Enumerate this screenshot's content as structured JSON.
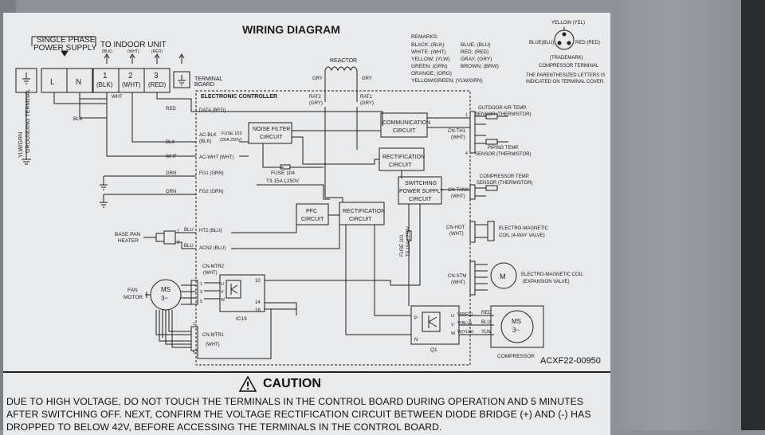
{
  "title": "WIRING DIAGRAM",
  "supply": {
    "line1": "SINGLE PHASE",
    "line2": "POWER SUPPLY"
  },
  "to_indoor": "TO INDOOR UNIT",
  "indoor_colors": [
    "(BLK)",
    "(WHT)",
    "(RED)"
  ],
  "terminals": [
    "L",
    "N",
    "1",
    "2",
    "3"
  ],
  "terminal_colors": [
    "(BLK)",
    "(WHT)",
    "(RED)"
  ],
  "terminal_board": [
    "TERMINAL",
    "BOARD"
  ],
  "ground_terminal": "GROUNDING TERMINAL",
  "ylw_grn": "YLW/GRN",
  "reactor": "REACTOR",
  "gry": "GRY",
  "rat2": [
    "RAT2",
    "(GRY)"
  ],
  "rat1": [
    "RAT1",
    "(GRY)"
  ],
  "controller": "ELECTRONIC CONTROLLER",
  "data_red": "DATA (RED)",
  "ac_blk": [
    "AC-BLK",
    "(BLK)"
  ],
  "ac_wht": "AC-WHT (WHT)",
  "fuse103": [
    "FUSE 103",
    "(20A 250V)"
  ],
  "fg1": "FG1 (GRN)",
  "fg2": "FG2 (GRN)",
  "fuse104": [
    "FUSE 104",
    "T3.15A L250V"
  ],
  "fuse101": [
    "FUSE 101",
    "T3.15A L250V"
  ],
  "noise_filter": [
    "NOISE FILTER",
    "CIRCUIT"
  ],
  "communication": [
    "COMMUNICATION",
    "CIRCUIT"
  ],
  "rectification1": [
    "RECTIFICATION",
    "CIRCUIT"
  ],
  "switching": [
    "SWITCHING",
    "POWER SUPPLY",
    "CIRCUIT"
  ],
  "pfc": [
    "PFC",
    "CIRCUIT"
  ],
  "rectification2": [
    "RECTIFICATION",
    "CIRCUIT"
  ],
  "wire_labels": {
    "wht": "WHT",
    "blk": "BLK",
    "red": "RED",
    "grn": "GRN",
    "blu": "BLU"
  },
  "ht2": "HT2 (BLU)",
  "acn2": "ACN2 (BLU)",
  "base_pan": [
    "BASE PAN",
    "HEATER"
  ],
  "cn_mtr2": [
    "CN-MTR2",
    "(WHT)"
  ],
  "cn_mtr1": [
    "CN-MTR1",
    "(WHT)"
  ],
  "fan_motor": [
    "FAN",
    "MOTOR"
  ],
  "ms": [
    "MS",
    "3~"
  ],
  "m": "M",
  "ic19": "IC19",
  "q1": "Q1",
  "uvw": [
    "U",
    "V",
    "W"
  ],
  "ic_pins": [
    "10",
    "14",
    "16"
  ],
  "pn": [
    "P",
    "N"
  ],
  "q1_outputs": [
    "U(RED)",
    "V(BLU)",
    "W(YLW)"
  ],
  "comp_wires": [
    "RED",
    "BLU",
    "YLW"
  ],
  "compressor": "COMPRESSOR",
  "cn_th1": [
    "CN-TH1",
    "(WHT)"
  ],
  "cn_tank": [
    "CN-TANK",
    "(WHT)"
  ],
  "cn_hot": [
    "CN-HOT",
    "(WHT)"
  ],
  "cn_stm": [
    "CN-STM",
    "(WHT)"
  ],
  "outdoor_sensor": [
    "OUTDOOR AIR TEMP.",
    "SENSOR (THERMISTOR)"
  ],
  "piping_sensor": [
    "PIPING TEMP.",
    "SENSOR (THERMISTOR)"
  ],
  "compressor_sensor": [
    "COMPRESSOR TEMP.",
    "SENSOR (THERMISTOR)"
  ],
  "coil_4way": [
    "ELECTRO-MAGNETIC",
    "COIL (4-WAY VALVE)"
  ],
  "coil_exp": [
    "ELECTRO-MAGNETIC COIL",
    "(EXPANSION VALVE)"
  ],
  "remarks_title": "REMARKS:",
  "remarks_left": [
    "BLACK; (BLK)",
    "WHITE; (WHT)",
    "YELLOW; (YLW)",
    "GREEN; (GRN)",
    "ORANGE; (ORG)",
    "YELLOW/GREEN; (YLW/GRN)"
  ],
  "remarks_right": [
    "BLUE; (BLU)",
    "RED; (RED)",
    "GRAY; (GRY)",
    "BROWN; (BRW)"
  ],
  "trademark": {
    "yellow": "YELLOW (YEL)",
    "blue": "BLUE(BLU)",
    "red": "RED (RED)",
    "tm": "(TRADEMARK)",
    "name": "COMPRESSOR TERMINAL"
  },
  "parenthesized_note": [
    "THE PARENTHESIZED LETTERS IS",
    "INDICATED ON TERMINAL COVER."
  ],
  "ref_code": "ACXF22-00950",
  "caution_title": "CAUTION",
  "caution_text": "DUE TO HIGH VOLTAGE, DO NOT TOUCH THE TERMINALS IN THE CONTROL BOARD DURING OPERATION AND 5 MINUTES AFTER SWITCHING OFF. NEXT, CONFIRM THE VOLTAGE RECTIFICATION CIRCUIT BETWEEN DIODE BRIDGE (+) AND (-) HAS DROPPED TO BELOW 42V, BEFORE ACCESSING THE TERMINALS IN THE CONTROL BOARD."
}
